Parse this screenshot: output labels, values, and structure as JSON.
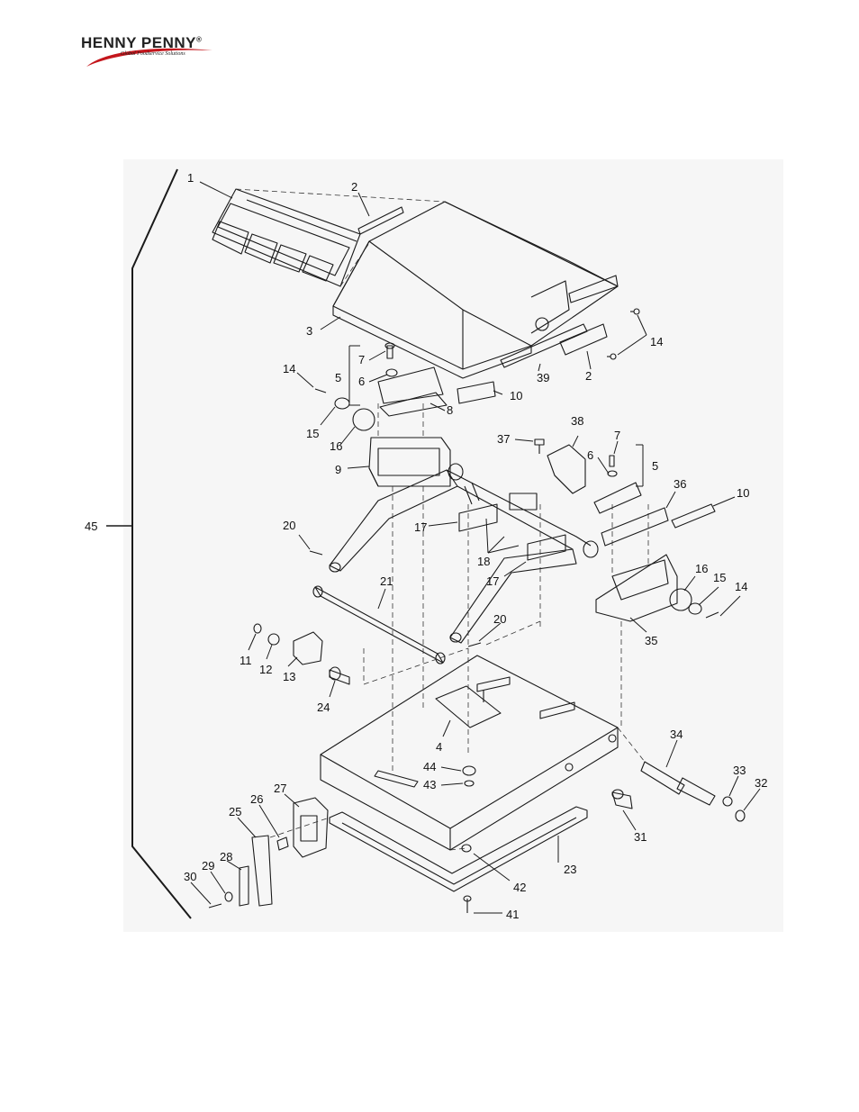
{
  "logo": {
    "brand": "HENNY PENNY",
    "registered": "®",
    "tagline": "Global Foodservice Solutions",
    "swoosh_color": "#c4161c"
  },
  "diagram": {
    "line_color": "#1a1a1a",
    "panel_color": "#f6f6f6",
    "callouts": [
      "1",
      "2",
      "3",
      "39",
      "2",
      "14",
      "5",
      "7",
      "6",
      "14",
      "15",
      "16",
      "8",
      "10",
      "9",
      "37",
      "38",
      "7",
      "6",
      "5",
      "36",
      "10",
      "17",
      "18",
      "17",
      "20",
      "21",
      "16",
      "15",
      "14",
      "35",
      "20",
      "11",
      "12",
      "13",
      "24",
      "4",
      "44",
      "43",
      "34",
      "33",
      "32",
      "31",
      "27",
      "26",
      "25",
      "28",
      "29",
      "30",
      "42",
      "23",
      "41",
      "45"
    ]
  }
}
